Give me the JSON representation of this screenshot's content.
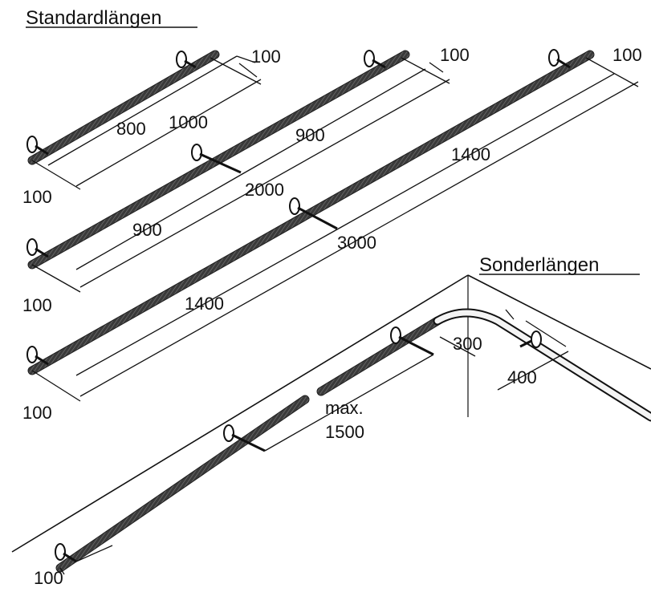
{
  "headings": {
    "standard": "Standardlängen",
    "special": "Sonderlängen"
  },
  "rail_1000": {
    "overhang_end": "100",
    "span": "800",
    "total": "1000",
    "overhang_start": "100"
  },
  "rail_2000": {
    "overhang_end": "100",
    "span_back": "900",
    "total": "2000",
    "span_front": "900",
    "overhang_start": "100"
  },
  "rail_3000": {
    "overhang_end": "100",
    "span_back": "1400",
    "total": "3000",
    "span_front": "1400",
    "overhang_start": "100"
  },
  "special": {
    "corner_leg_1": "300",
    "corner_leg_2": "400",
    "max_label": "max.",
    "max_value": "1500",
    "overhang_start": "100"
  },
  "colors": {
    "rail": "#3a3a3a",
    "rail_highlight": "#8a8a8a",
    "line": "#111111",
    "background": "#ffffff"
  }
}
